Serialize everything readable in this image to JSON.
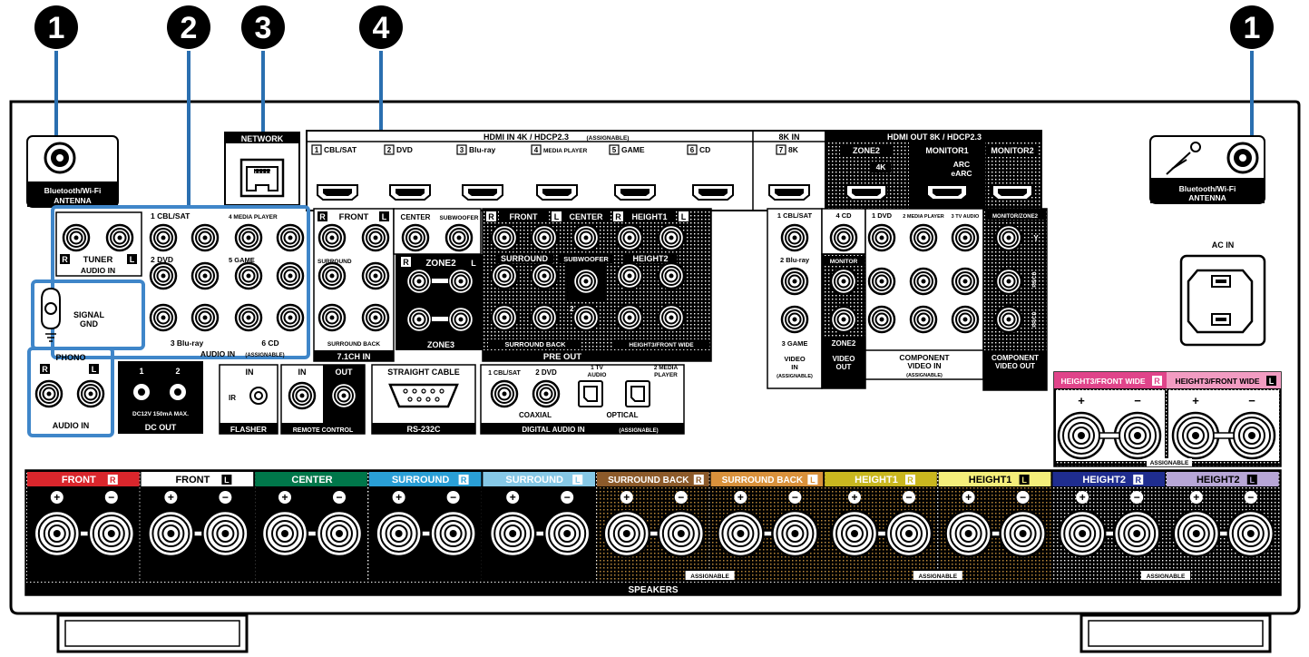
{
  "callouts": [
    "1",
    "2",
    "3",
    "4",
    "1"
  ],
  "antenna": "Bluetooth/Wi-Fi ANTENNA",
  "antenna_lines": [
    "Bluetooth/Wi-Fi",
    "ANTENNA"
  ],
  "network": "NETWORK",
  "hdmi_in": {
    "header": "HDMI IN  4K / HDCP2.3",
    "assignable": "(ASSIGNABLE)",
    "inputs": [
      {
        "num": "1",
        "name": "CBL/SAT"
      },
      {
        "num": "2",
        "name": "DVD"
      },
      {
        "num": "3",
        "name": "Blu-ray"
      },
      {
        "num": "4",
        "name": "MEDIA PLAYER"
      },
      {
        "num": "5",
        "name": "GAME"
      },
      {
        "num": "6",
        "name": "CD"
      }
    ],
    "in_8k_header": "8K  IN",
    "in_8k": {
      "num": "7",
      "name": "8K"
    }
  },
  "hdmi_out": {
    "header": "HDMI OUT  8K / HDCP2.3",
    "zone2": "ZONE2",
    "zone2_sub": "4K",
    "monitor1": "MONITOR1",
    "arc": "ARC",
    "earc": "eARC",
    "monitor2": "MONITOR2"
  },
  "audio_in": {
    "r": "R",
    "l": "L",
    "tuner": "TUNER",
    "audio_in": "AUDIO IN",
    "cbl_sat": "1 CBL/SAT",
    "media_player": "4 MEDIA PLAYER",
    "dvd": "2 DVD",
    "game": "5 GAME",
    "bluray": "3 Blu-ray",
    "cd": "6 CD",
    "footer": "AUDIO IN",
    "assignable": "(ASSIGNABLE)"
  },
  "signal_gnd": [
    "SIGNAL",
    "GND"
  ],
  "phono": {
    "title": "PHONO",
    "r": "R",
    "l": "L",
    "footer": "AUDIO IN"
  },
  "ch71": {
    "front": "FRONT",
    "center": "CENTER",
    "subwoofer": "SUBWOOFER",
    "surround": "SURROUND",
    "surround_back": "SURROUND BACK",
    "footer": "7.1CH IN",
    "r": "R",
    "l": "L"
  },
  "zone": {
    "zone2": "ZONE2",
    "zone3": "ZONE3",
    "r": "R",
    "l": "L"
  },
  "preout": {
    "front": "FRONT",
    "center": "CENTER",
    "height1": "HEIGHT1",
    "surround": "SURROUND",
    "subwoofer": "SUBWOOFER",
    "height2": "HEIGHT2",
    "surround_back": "SURROUND BACK",
    "height3": "HEIGHT3/FRONT WIDE",
    "footer": "PRE OUT",
    "r": "R",
    "l": "L",
    "num1": "1",
    "num2": "2"
  },
  "video": {
    "cbl_sat": "1 CBL/SAT",
    "cd": "4 CD",
    "bluray": "2 Blu-ray",
    "monitor": "MONITOR",
    "game": "3 GAME",
    "video_in": [
      "VIDEO",
      "IN",
      "(ASSIGNABLE)"
    ],
    "zone2": "ZONE2",
    "video_out": [
      "VIDEO",
      "OUT"
    ],
    "dvd": "1 DVD",
    "media_player": "2 MEDIA PLAYER",
    "tv_audio": "3 TV AUDIO",
    "comp_in": [
      "COMPONENT",
      "VIDEO IN",
      "(ASSIGNABLE)"
    ],
    "monitor_zone2": "MONITOR/ZONE2",
    "y": "Y",
    "pb": "PB/CB",
    "pr": "PR/CR",
    "comp_out": [
      "COMPONENT",
      "VIDEO OUT"
    ]
  },
  "ac_in": "AC IN",
  "dc_out": {
    "ch1": "1",
    "ch2": "2",
    "spec": "DC12V 150mA MAX.",
    "footer": "DC OUT"
  },
  "flasher": {
    "in": "IN",
    "ir": "IR",
    "footer": "FLASHER"
  },
  "remote": {
    "in": "IN",
    "out": "OUT",
    "footer": "REMOTE CONTROL"
  },
  "rs232": {
    "title": "STRAIGHT CABLE",
    "footer": "RS-232C"
  },
  "digital": {
    "cbl_sat": "1 CBL/SAT",
    "dvd": "2 DVD",
    "tv_audio": [
      "1 TV",
      "AUDIO"
    ],
    "media_player": [
      "2 MEDIA",
      "PLAYER"
    ],
    "coaxial": "COAXIAL",
    "optical": "OPTICAL",
    "footer": "DIGITAL AUDIO IN",
    "assignable": "(ASSIGNABLE)"
  },
  "height3": {
    "r_label": "HEIGHT3/FRONT WIDE",
    "l_label": "HEIGHT3/FRONT WIDE",
    "assignable": "ASSIGNABLE",
    "r": "R",
    "l": "L"
  },
  "speakers": {
    "footer": "SPEAKERS",
    "assignable": "ASSIGNABLE",
    "plus": "+",
    "minus": "−",
    "groups": [
      {
        "label": "FRONT",
        "ch": "R",
        "color": "#d9262c"
      },
      {
        "label": "FRONT",
        "ch": "L",
        "color": "#ffffff"
      },
      {
        "label": "CENTER",
        "ch": "",
        "color": "#00774a"
      },
      {
        "label": "SURROUND",
        "ch": "R",
        "color": "#2a9fd6"
      },
      {
        "label": "SURROUND",
        "ch": "L",
        "color": "#86c8e6"
      },
      {
        "label": "SURROUND BACK",
        "ch": "R",
        "color": "#8c5a2a"
      },
      {
        "label": "SURROUND BACK",
        "ch": "L",
        "color": "#d9913b"
      },
      {
        "label": "HEIGHT1",
        "ch": "R",
        "color": "#c9b71f"
      },
      {
        "label": "HEIGHT1",
        "ch": "L",
        "color": "#f4ee7a"
      },
      {
        "label": "HEIGHT2",
        "ch": "R",
        "color": "#1f2d8f"
      },
      {
        "label": "HEIGHT2",
        "ch": "L",
        "color": "#b7a6d6"
      }
    ]
  },
  "colors": {
    "callout_line": "#2a6fb0",
    "highlight": "#3f86c9",
    "panel": "#000000",
    "height3_pink": "#e0448a"
  }
}
